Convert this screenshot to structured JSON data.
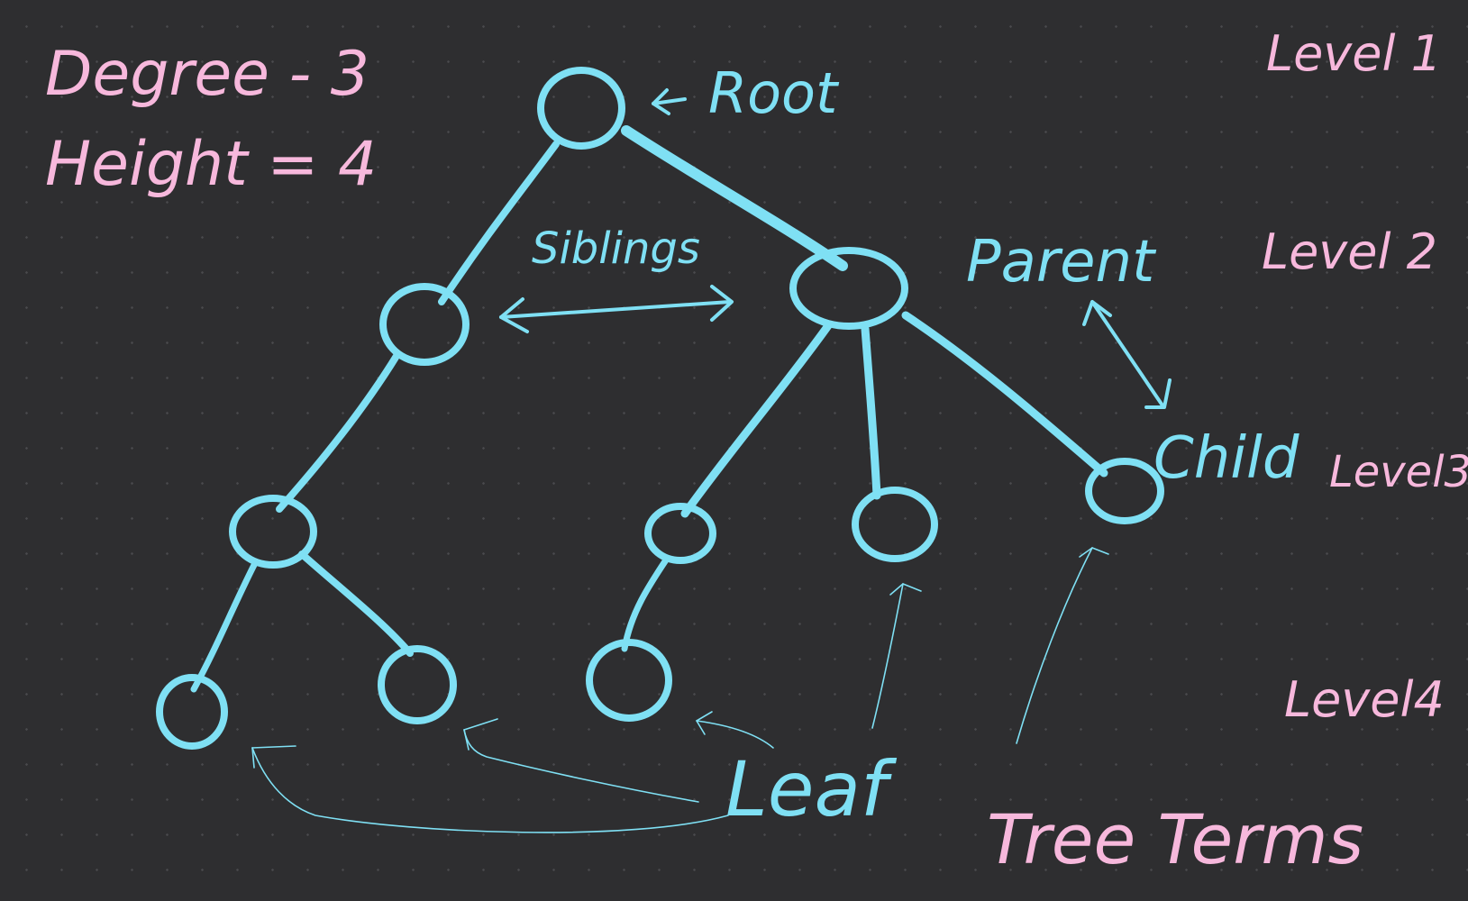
{
  "labels": {
    "degree": "Degree - 3",
    "height": "Height = 4",
    "root": "Root",
    "siblings": "Siblings",
    "parent": "Parent",
    "child": "Child",
    "leaf": "Leaf",
    "title": "Tree Terms",
    "level1": "Level 1",
    "level2": "Level 2",
    "level3": "Level3",
    "level4": "Level4"
  },
  "colors": {
    "background": "#2e2e30",
    "tree": "#7fe0f4",
    "notes": "#f7b8dc"
  },
  "icons": {
    "arrow": "arrow-icon"
  }
}
